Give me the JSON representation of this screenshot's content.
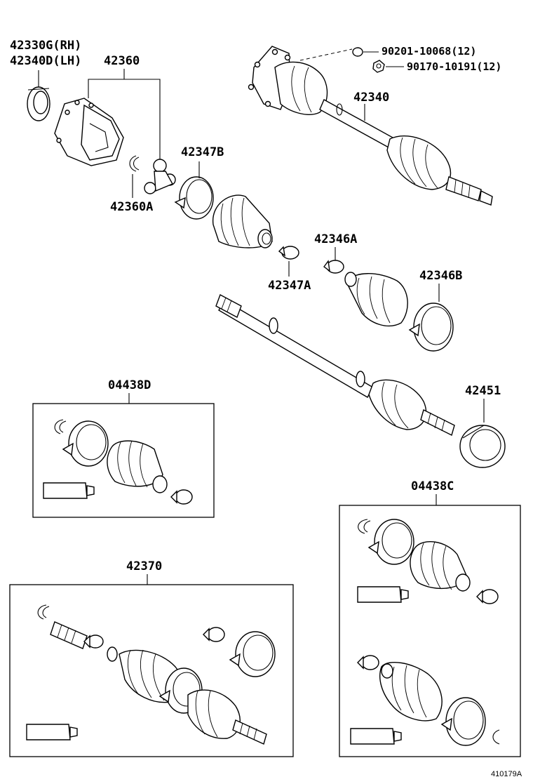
{
  "labels": {
    "p42330g": "42330G(RH)",
    "p42340d": "42340D(LH)",
    "p42360": "42360",
    "p42360a": "42360A",
    "p42347b": "42347B",
    "p42347a": "42347A",
    "p42346a": "42346A",
    "p42346b": "42346B",
    "p42340": "42340",
    "p42451": "42451",
    "p90201": "90201-10068(12)",
    "p90170": "90170-10191(12)",
    "p04438d": "04438D",
    "p04438c": "04438C",
    "p42370": "42370"
  },
  "diagram_code": "410179A"
}
